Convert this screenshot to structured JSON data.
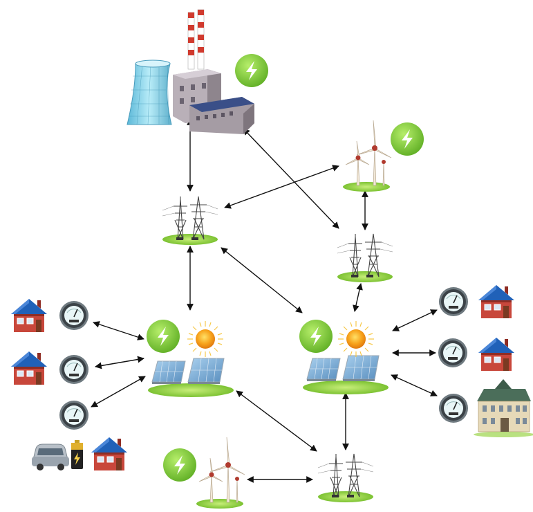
{
  "diagram": {
    "background_color": "#ffffff",
    "nodes": [
      {
        "id": "power-plant",
        "kind": "power-plant",
        "icons": [
          "factory-icon",
          "cooling-tower-icon",
          "energy-badge-icon"
        ]
      },
      {
        "id": "wind-farm-top",
        "kind": "wind-turbines",
        "icons": [
          "wind-turbine-icon",
          "energy-badge-icon"
        ]
      },
      {
        "id": "substation-left",
        "kind": "transmission-pylon",
        "icons": [
          "pylon-icon"
        ]
      },
      {
        "id": "substation-right",
        "kind": "transmission-pylon",
        "icons": [
          "pylon-icon"
        ]
      },
      {
        "id": "solar-node-left",
        "kind": "solar-microgrid",
        "icons": [
          "solar-panel-icon",
          "sun-icon",
          "energy-badge-icon"
        ]
      },
      {
        "id": "solar-node-right",
        "kind": "solar-microgrid",
        "icons": [
          "solar-panel-icon",
          "sun-icon",
          "energy-badge-icon"
        ]
      },
      {
        "id": "substation-bottom",
        "kind": "transmission-pylon",
        "icons": [
          "pylon-icon"
        ]
      },
      {
        "id": "wind-farm-bottom",
        "kind": "wind-turbines",
        "icons": [
          "wind-turbine-icon",
          "energy-badge-icon"
        ]
      },
      {
        "id": "house-left-1",
        "kind": "house-with-meter",
        "icons": [
          "house-icon",
          "smart-meter-icon"
        ]
      },
      {
        "id": "house-left-2",
        "kind": "house-with-meter",
        "icons": [
          "house-icon",
          "smart-meter-icon"
        ]
      },
      {
        "id": "ev-home-left",
        "kind": "ev-battery-house",
        "icons": [
          "car-icon",
          "battery-icon",
          "house-icon",
          "smart-meter-icon"
        ]
      },
      {
        "id": "house-right-1",
        "kind": "house-with-meter",
        "icons": [
          "smart-meter-icon",
          "house-icon"
        ]
      },
      {
        "id": "house-right-2",
        "kind": "house-with-meter",
        "icons": [
          "smart-meter-icon",
          "house-icon"
        ]
      },
      {
        "id": "building-right",
        "kind": "building-with-meter",
        "icons": [
          "smart-meter-icon",
          "office-building-icon"
        ]
      }
    ],
    "edges": [
      {
        "from": "power-plant",
        "to": "substation-left",
        "direction": "bidirectional"
      },
      {
        "from": "power-plant",
        "to": "substation-right",
        "direction": "bidirectional"
      },
      {
        "from": "substation-left",
        "to": "wind-farm-top",
        "direction": "bidirectional"
      },
      {
        "from": "wind-farm-top",
        "to": "substation-right",
        "direction": "bidirectional"
      },
      {
        "from": "substation-left",
        "to": "solar-node-left",
        "direction": "bidirectional"
      },
      {
        "from": "substation-left",
        "to": "solar-node-right",
        "direction": "bidirectional"
      },
      {
        "from": "substation-right",
        "to": "solar-node-right",
        "direction": "bidirectional"
      },
      {
        "from": "solar-node-left",
        "to": "substation-bottom",
        "direction": "bidirectional"
      },
      {
        "from": "solar-node-right",
        "to": "substation-bottom",
        "direction": "bidirectional"
      },
      {
        "from": "wind-farm-bottom",
        "to": "substation-bottom",
        "direction": "bidirectional"
      },
      {
        "from": "house-left-1",
        "to": "solar-node-left",
        "direction": "bidirectional"
      },
      {
        "from": "house-left-2",
        "to": "solar-node-left",
        "direction": "bidirectional"
      },
      {
        "from": "ev-home-left",
        "to": "solar-node-left",
        "direction": "bidirectional"
      },
      {
        "from": "house-right-1",
        "to": "solar-node-right",
        "direction": "bidirectional"
      },
      {
        "from": "house-right-2",
        "to": "solar-node-right",
        "direction": "bidirectional"
      },
      {
        "from": "building-right",
        "to": "solar-node-right",
        "direction": "bidirectional"
      }
    ],
    "colors": {
      "arrow": "#111111",
      "energy_badge": "#7cc832",
      "grass": "#9bd44a",
      "house_wall": "#c8463c",
      "house_roof": "#1f5fb4",
      "solar_panel": "#7fb2d8",
      "sun": "#f5a623",
      "cooling_tower": "#8fd3e8",
      "factory_wall": "#a9a0a8",
      "chimney_red": "#d03a2e",
      "meter_face": "#dfeff0"
    }
  }
}
